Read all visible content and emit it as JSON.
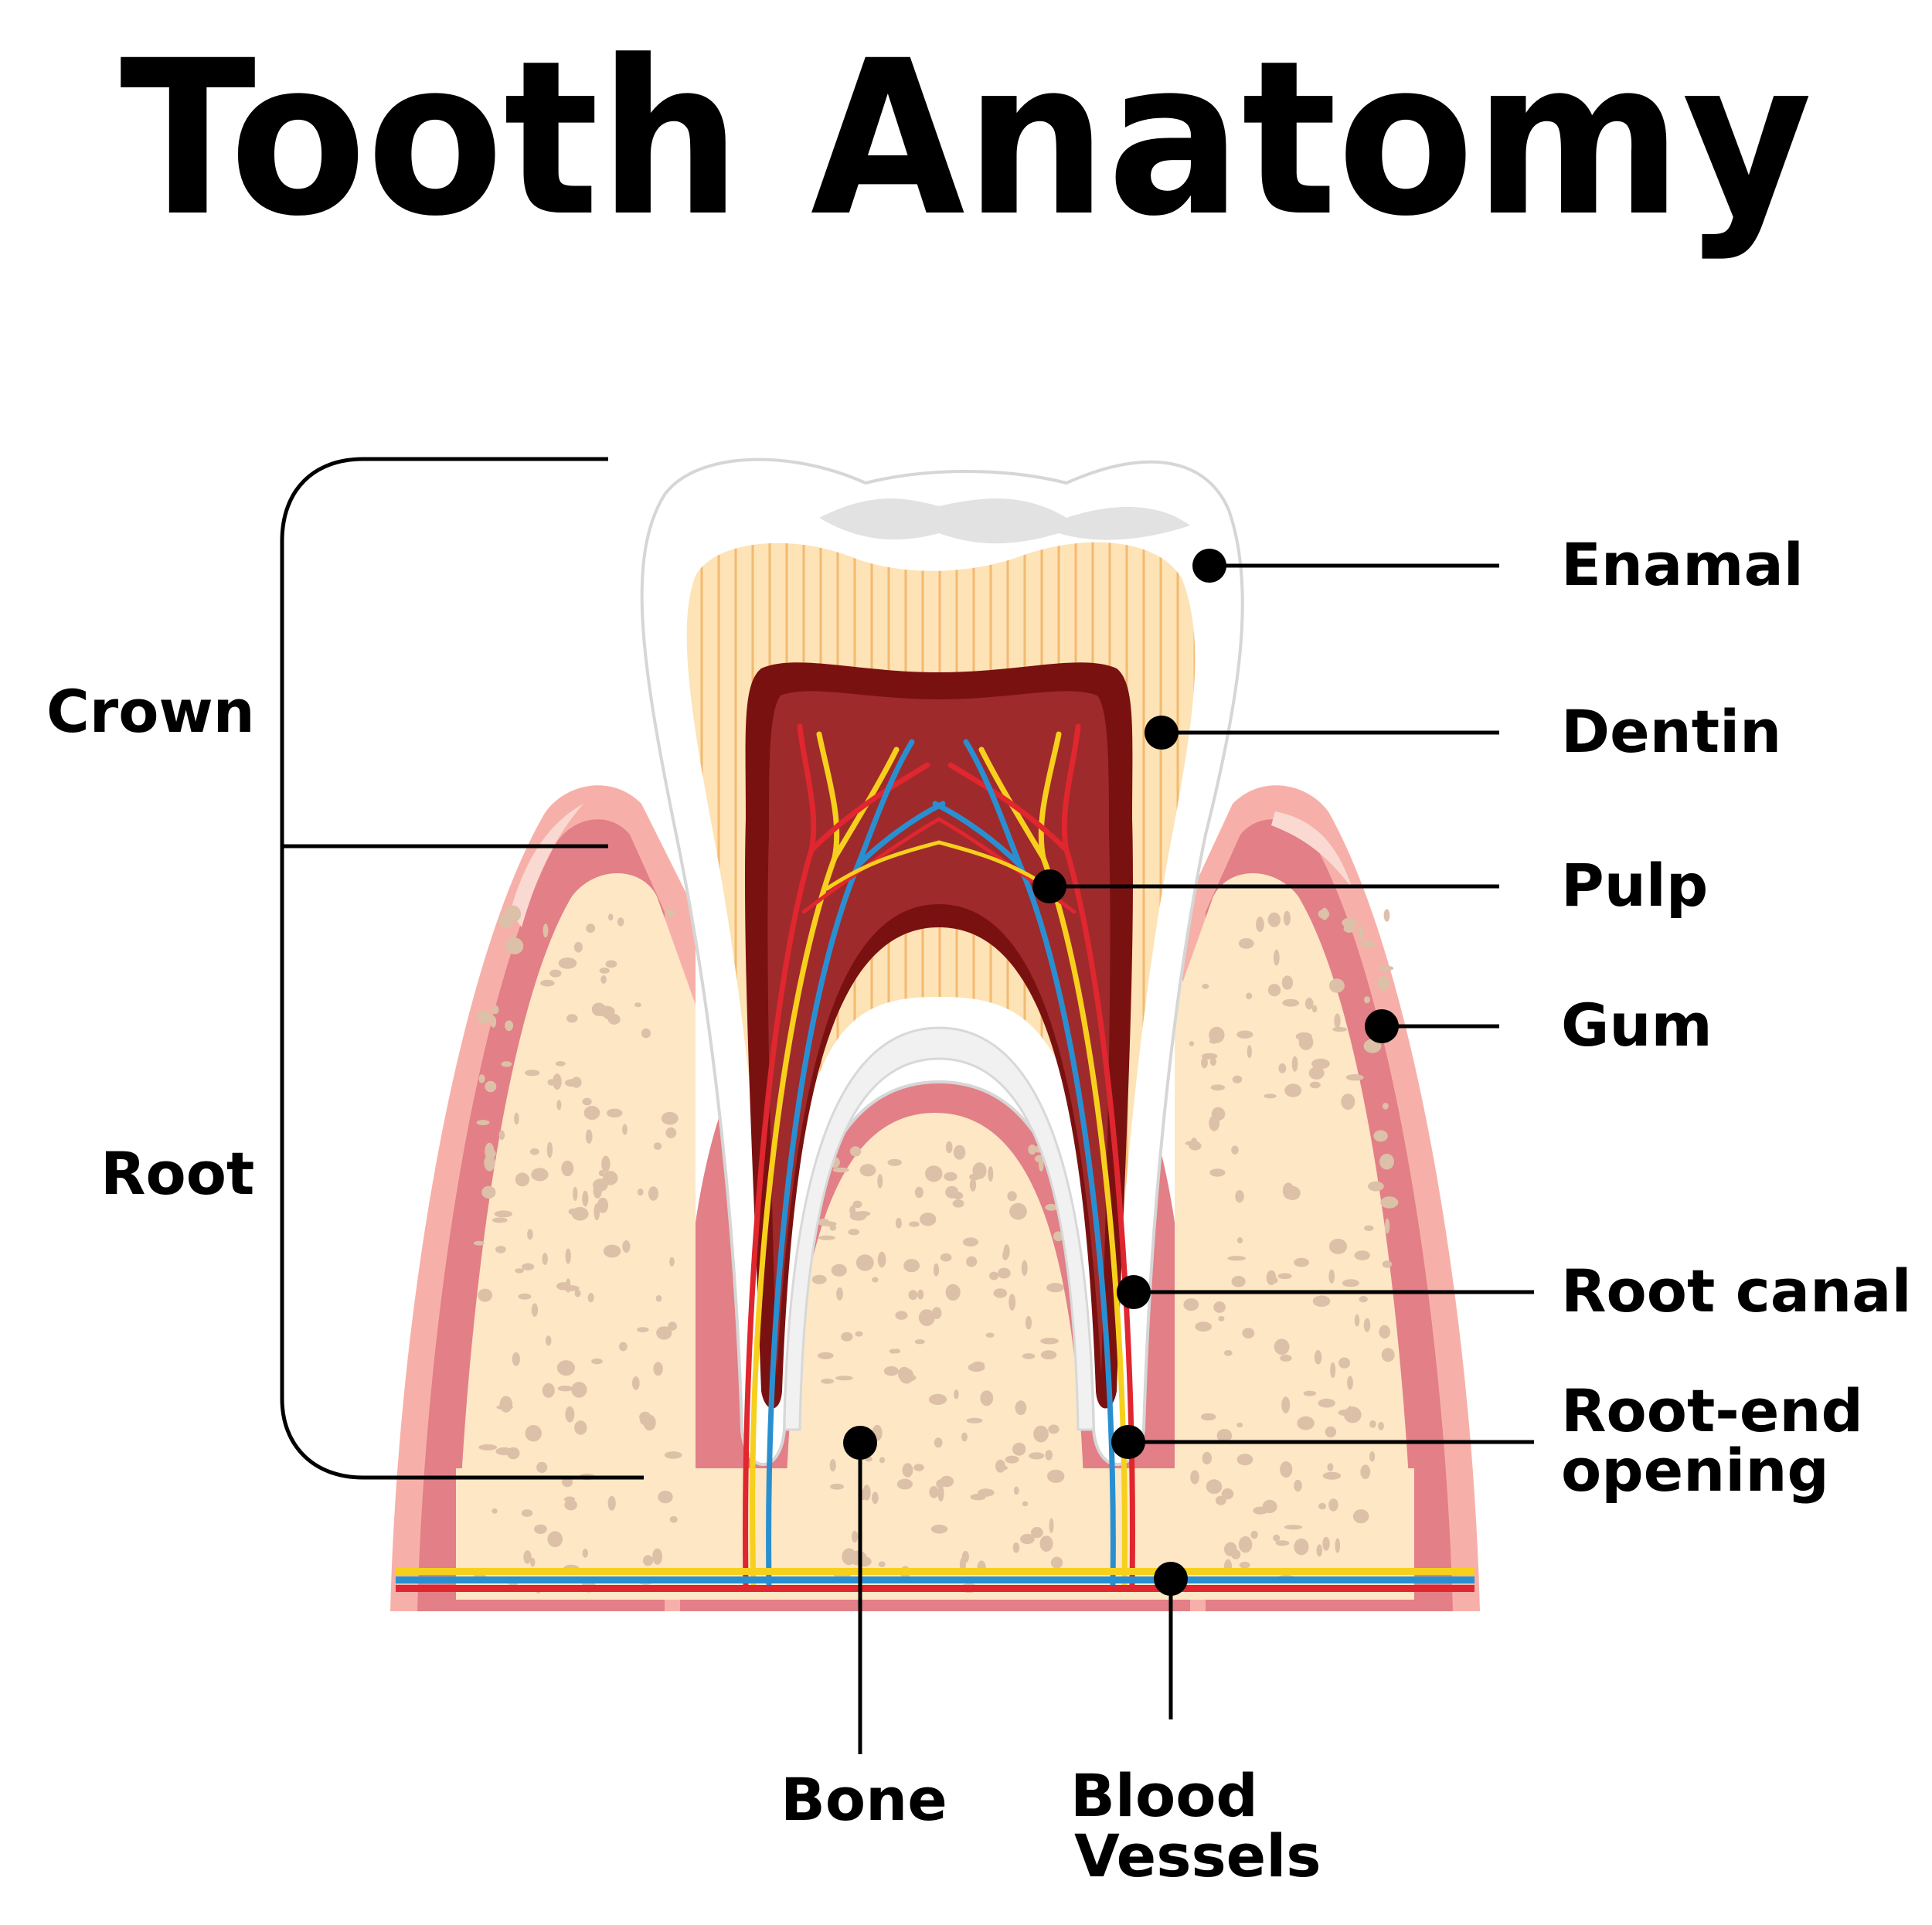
{
  "title": "Tooth Anatomy",
  "colors": {
    "enamel": "#ffffff",
    "enamel_shade": "#e2e2e2",
    "dentin": "#fde3b5",
    "dentin_stripe": "#f3b970",
    "pulp_outer": "#7a1111",
    "pulp_inner": "#9e2a2b",
    "gum_outer": "#f7b0a9",
    "gum_inner": "#e27f87",
    "bone": "#fde7c5",
    "bone_pore": "#dcc0a8",
    "nerve": "#f6d01c",
    "artery": "#e0262f",
    "vein": "#2a8fd0"
  },
  "labels": {
    "crown": "Crown",
    "root": "Root",
    "enamel": "Enamal",
    "dentin": "Dentin",
    "pulp": "Pulp",
    "gum": "Gum",
    "root_canal": "Root canal",
    "root_end_opening_line1": "Root-end",
    "root_end_opening_line2": "opening",
    "bone": "Bone",
    "blood_vessels_line1": "Blood",
    "blood_vessels_line2": "Vessels"
  }
}
